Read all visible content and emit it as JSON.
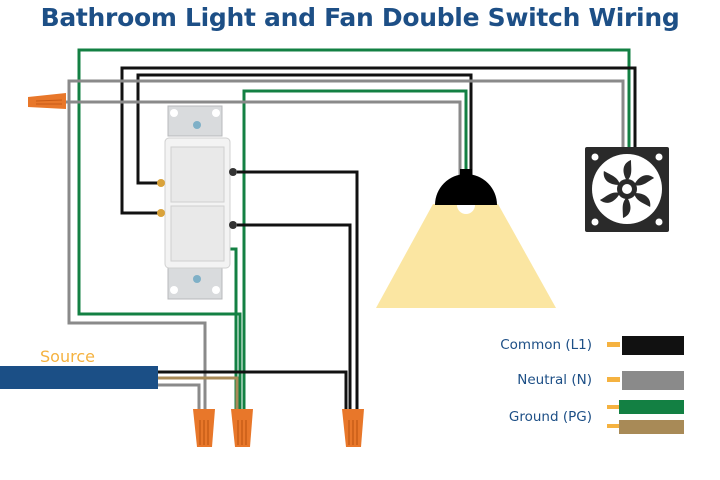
{
  "title": "Bathroom Light and Fan Double Switch Wiring",
  "source_label": "Source",
  "legend": [
    {
      "label": "Common (L1)",
      "colors": [
        "#111111"
      ]
    },
    {
      "label": "Neutral (N)",
      "colors": [
        "#8a8a8a"
      ]
    },
    {
      "label": "Ground (PG)",
      "colors": [
        "#138043",
        "#a88a57"
      ]
    }
  ],
  "colors": {
    "hot": "#111111",
    "neutral": "#8a8a8a",
    "ground": "#138043",
    "bare": "#a88a57",
    "cable": "#1b4f86",
    "connector": "#e8772a",
    "light": "#fbe6a2",
    "title": "#1d4f86"
  },
  "components": [
    "double-switch",
    "light-fixture",
    "exhaust-fan",
    "wire-connectors"
  ]
}
